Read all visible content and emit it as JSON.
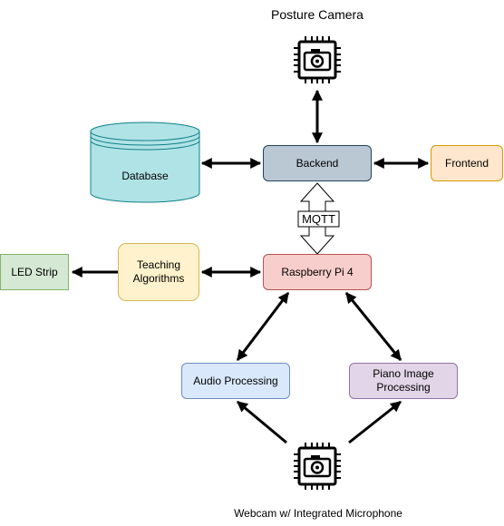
{
  "nodes": {
    "backend": "Backend",
    "frontend": "Frontend",
    "database": "Database",
    "raspberry_pi": "Raspberry Pi 4",
    "teaching_algorithms": "Teaching Algorithms",
    "led_strip": "LED Strip",
    "audio_processing": "Audio Processing",
    "piano_image_processing": "Piano Image Processing"
  },
  "labels": {
    "posture_camera": "Posture Camera",
    "webcam": "Webcam w/ Integrated Microphone",
    "mqtt": "MQTT"
  },
  "icons": {
    "top_camera": "camera-chip-icon",
    "bottom_camera": "camera-chip-icon"
  },
  "colors": {
    "backend_fill": "#bac8d3",
    "frontend_fill": "#ffe6cc",
    "database_fill": "#b0e3e6",
    "raspberry_fill": "#f8cecc",
    "teaching_fill": "#fff2cc",
    "led_fill": "#d5e8d4",
    "audio_fill": "#dae8fc",
    "piano_fill": "#e1d5e7"
  }
}
